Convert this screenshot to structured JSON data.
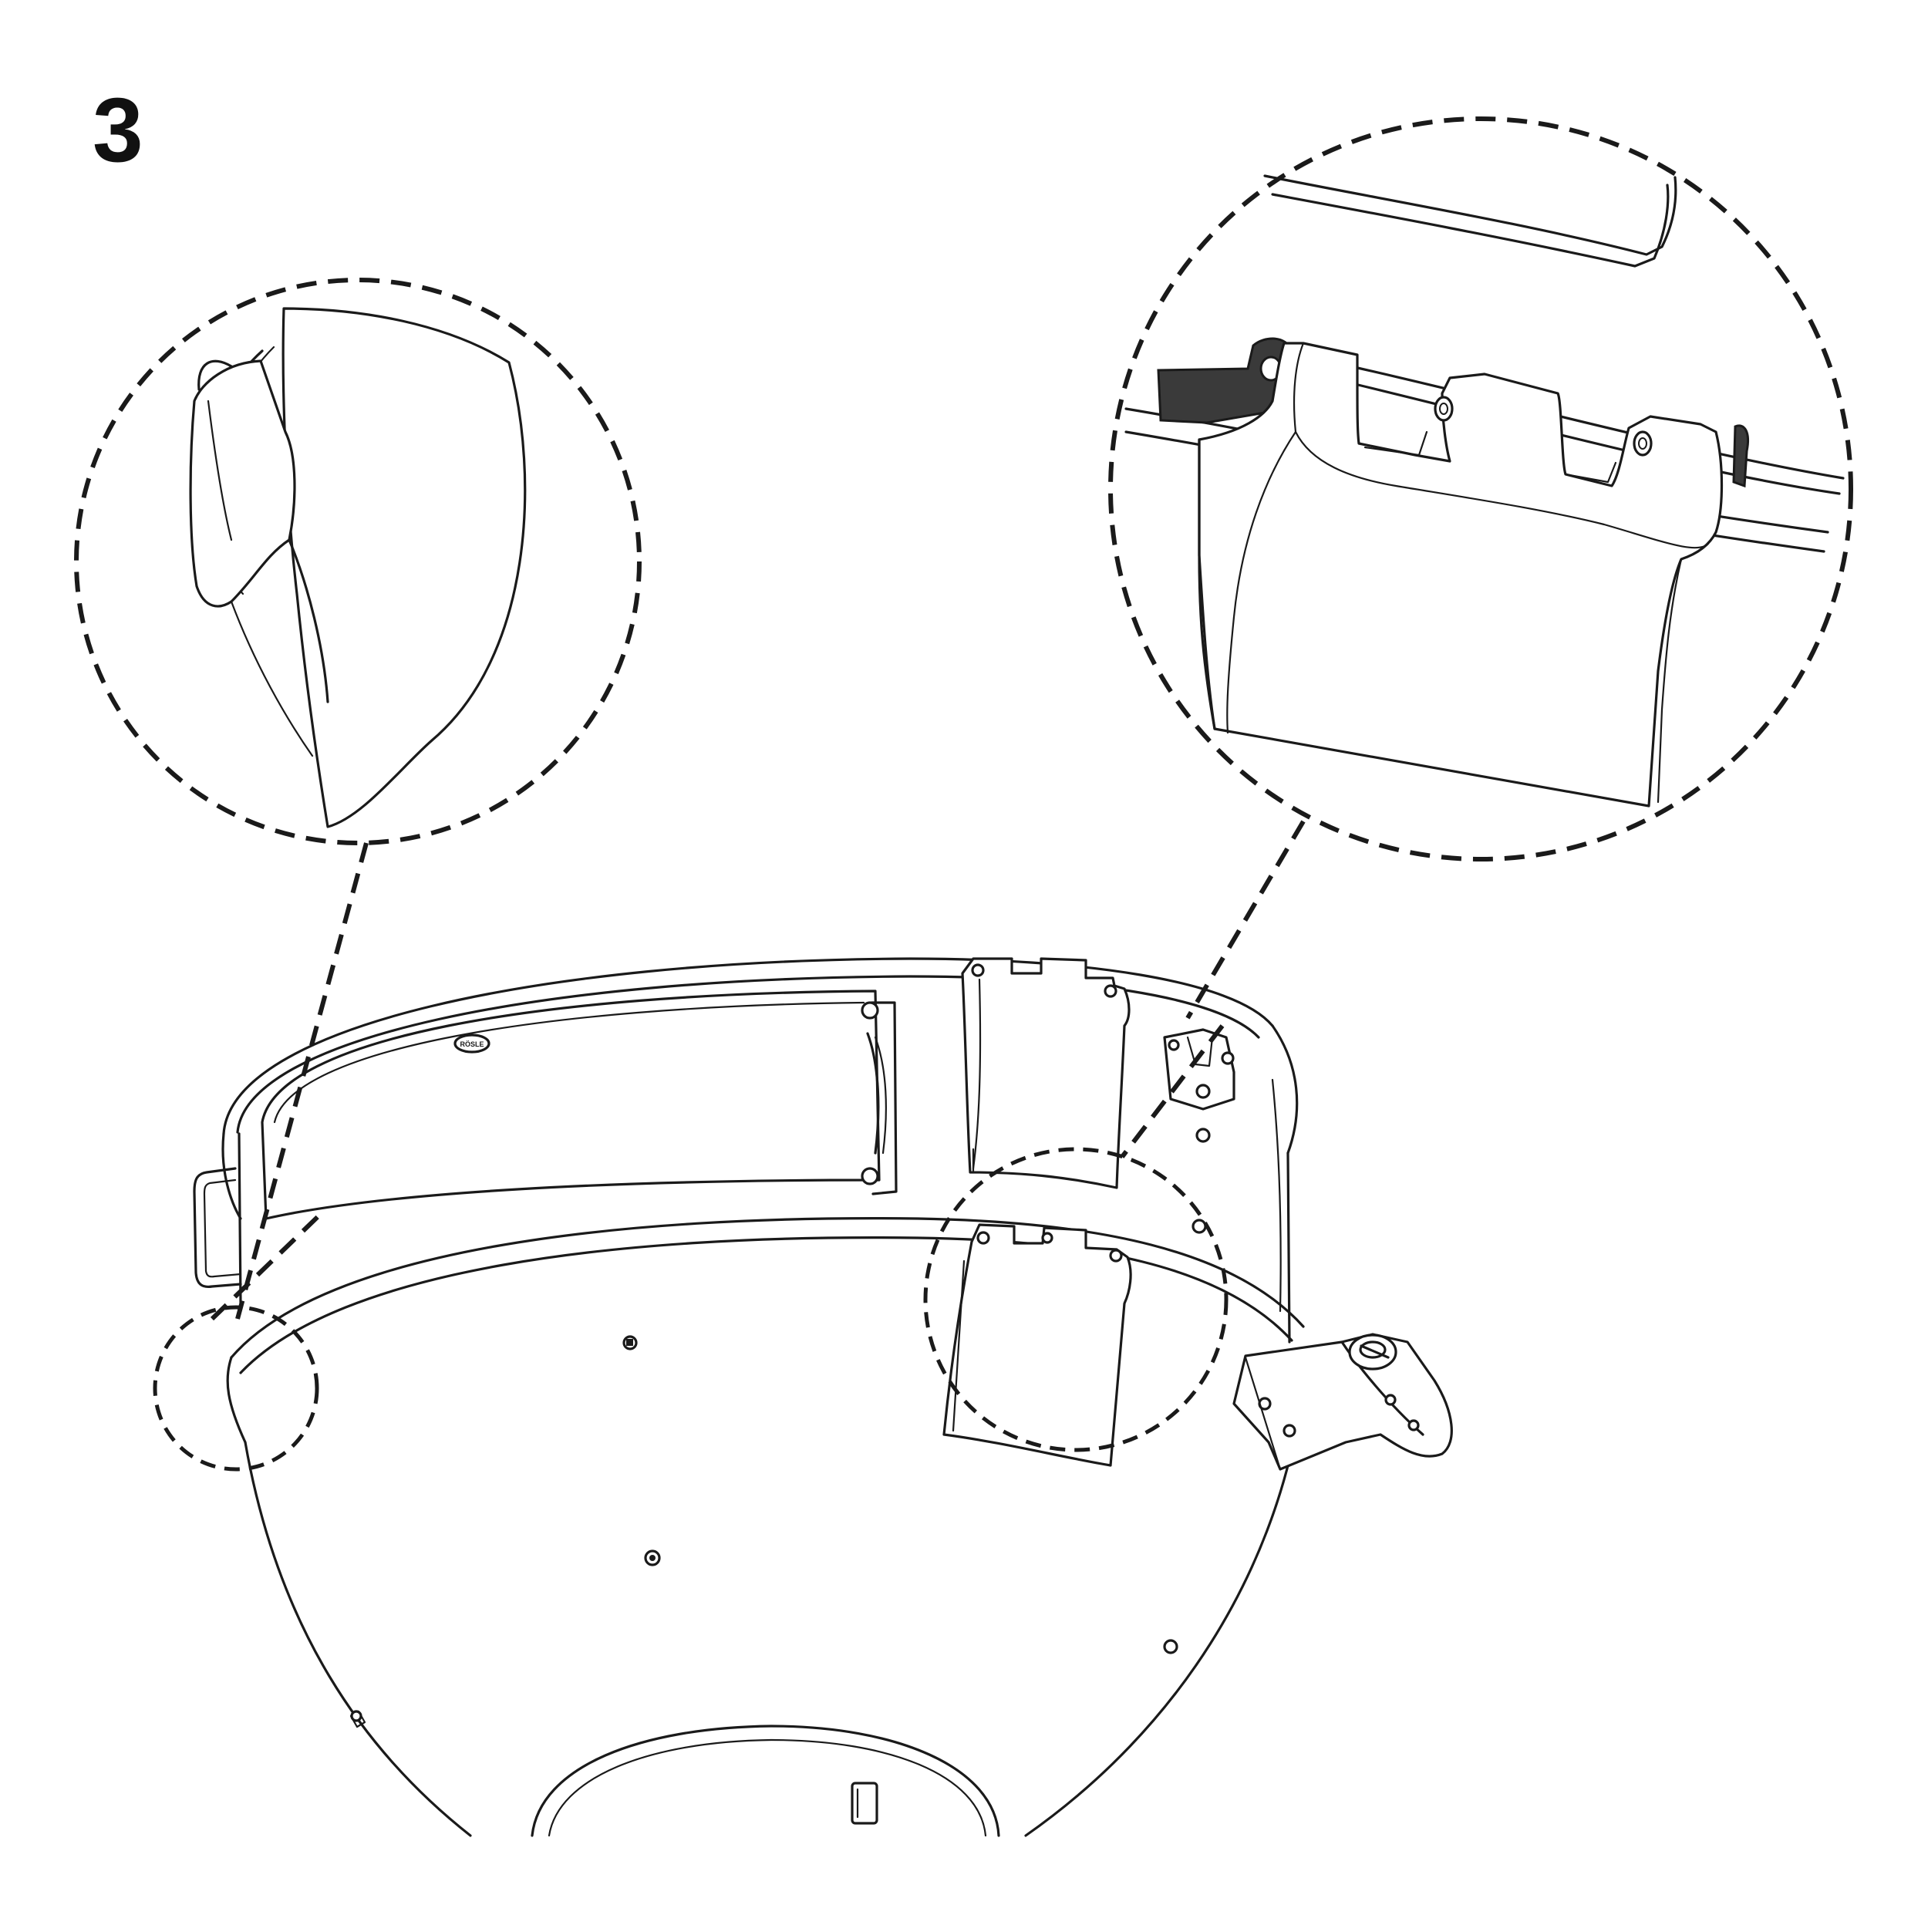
{
  "step": {
    "number": "3"
  },
  "product": {
    "badge_text": "RÖSLE"
  },
  "details": [
    {
      "name": "handle-clip-detail",
      "icon": "magnifier-circle"
    },
    {
      "name": "hinge-bracket-detail",
      "icon": "magnifier-circle"
    }
  ],
  "colors": {
    "line": "#1a1a1a",
    "background": "#ffffff",
    "dark_part": "#3a3a3a"
  }
}
